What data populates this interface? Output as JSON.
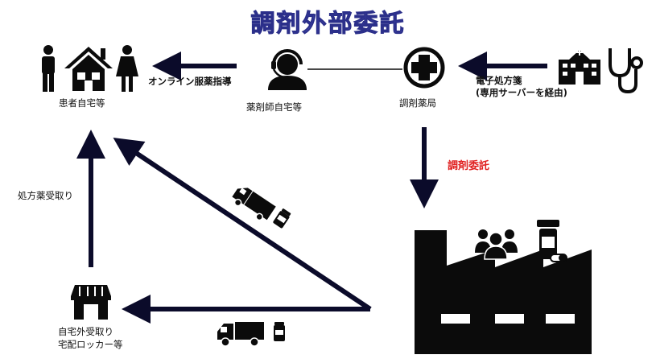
{
  "title": "調剤外部委託",
  "nodes": {
    "patient_home": "患者自宅等",
    "pharmacist_home": "薬剤師自宅等",
    "dispensing_pharmacy": "調剤薬局",
    "pickup_locker_line1": "自宅外受取り",
    "pickup_locker_line2": "宅配ロッカー等"
  },
  "edges": {
    "online_guidance": "オンライン服薬指導",
    "e_prescription_line1": "電子処方箋",
    "e_prescription_line2": "(専用サーバーを経由)",
    "outsourcing": "調剤委託",
    "prescription_pickup": "処方薬受取り"
  },
  "colors": {
    "title": "#4a4fb5",
    "arrow": "#0b0b2a",
    "outsourcing_label": "#e02020",
    "icon": "#0b0b0b"
  },
  "icons": [
    "man-icon",
    "house-icon",
    "woman-icon",
    "pharmacist-headset-icon",
    "medical-cross-icon",
    "hospital-icon",
    "stethoscope-icon",
    "truck-icon",
    "medicine-bottle-icon",
    "factory-icon",
    "group-people-icon",
    "storefront-icon"
  ]
}
